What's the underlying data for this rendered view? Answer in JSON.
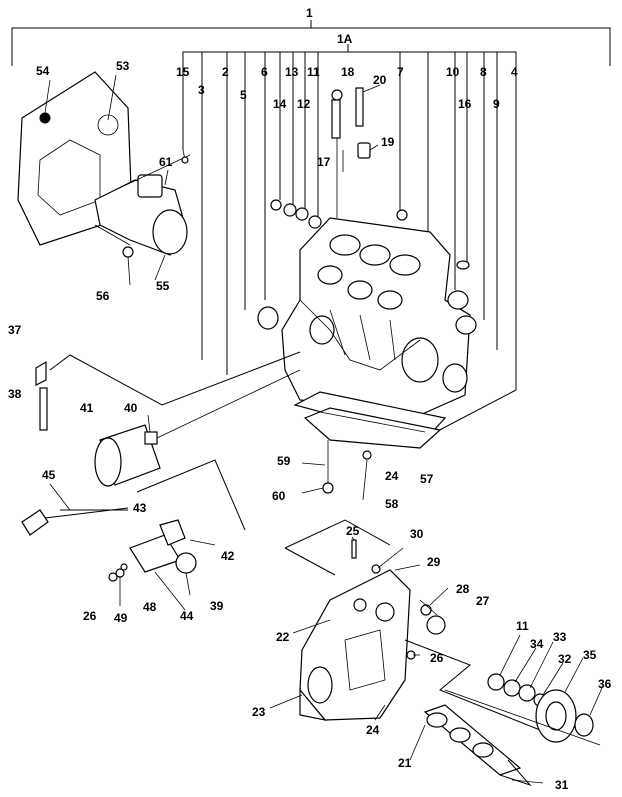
{
  "labels": {
    "n1": "1",
    "n1A": "1A",
    "n2": "2",
    "n3": "3",
    "n4": "4",
    "n5": "5",
    "n6": "6",
    "n7": "7",
    "n8": "8",
    "n9": "9",
    "n10": "10",
    "n11": "11",
    "n11b": "11",
    "n12": "12",
    "n13": "13",
    "n14": "14",
    "n15": "15",
    "n16": "16",
    "n17": "17",
    "n18": "18",
    "n19": "19",
    "n20": "20",
    "n21": "21",
    "n22": "22",
    "n23": "23",
    "n24": "24",
    "n24b": "24",
    "n25": "25",
    "n26": "26",
    "n26b": "26",
    "n27": "27",
    "n28": "28",
    "n29": "29",
    "n30": "30",
    "n31": "31",
    "n32": "32",
    "n33": "33",
    "n34": "34",
    "n35": "35",
    "n36": "36",
    "n37": "37",
    "n38": "38",
    "n39": "39",
    "n40": "40",
    "n41": "41",
    "n42": "42",
    "n43": "43",
    "n44": "44",
    "n45": "45",
    "n48": "48",
    "n49": "49",
    "n53": "53",
    "n54": "54",
    "n55": "55",
    "n56": "56",
    "n57": "57",
    "n58": "58",
    "n59": "59",
    "n60": "60",
    "n61": "61"
  },
  "colors": {
    "ink": "#000000",
    "paper": "#ffffff"
  }
}
